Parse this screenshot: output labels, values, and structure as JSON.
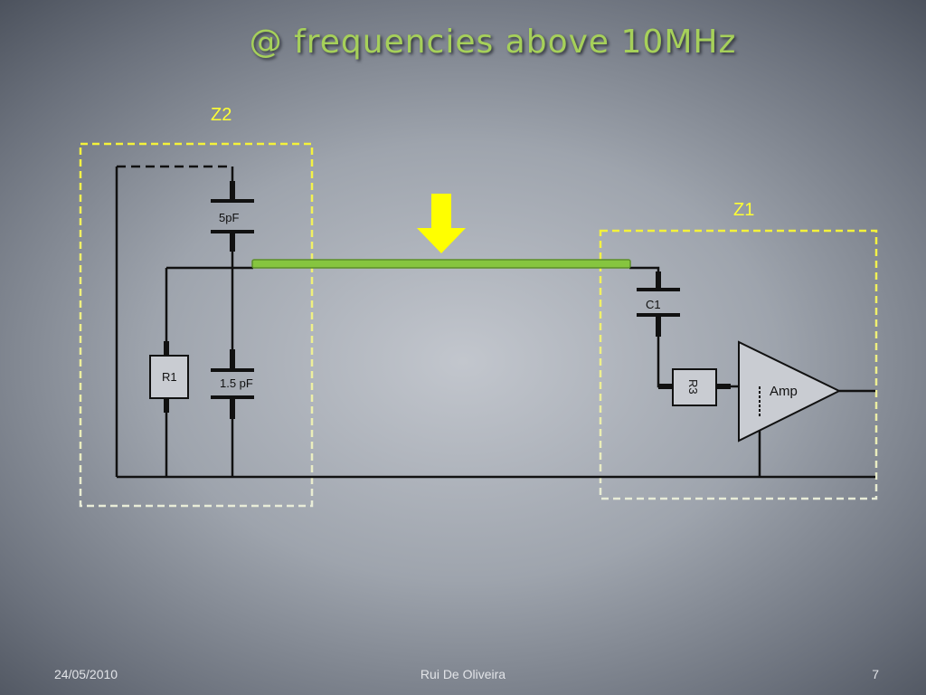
{
  "slide": {
    "title": "@ frequencies above 10MHz"
  },
  "diagram": {
    "zones": [
      {
        "label": "Z2"
      },
      {
        "label": "Z1"
      }
    ],
    "components": {
      "cap_5pf": "5pF",
      "resistor_r1": "R1",
      "cap_1_5pf": "1.5 pF",
      "cap_c1": "C1",
      "resistor_r3": "R3",
      "amplifier": "Amp"
    },
    "colors": {
      "zone_outline": "#f2f23a",
      "transmission_line": "#86c53f",
      "arrow": "#ffff00",
      "wire": "#111111",
      "title": "#a6d05a"
    },
    "arrow_icon": "down-arrow-icon"
  },
  "footer": {
    "date": "24/05/2010",
    "author": "Rui De Oliveira",
    "page": "7"
  }
}
